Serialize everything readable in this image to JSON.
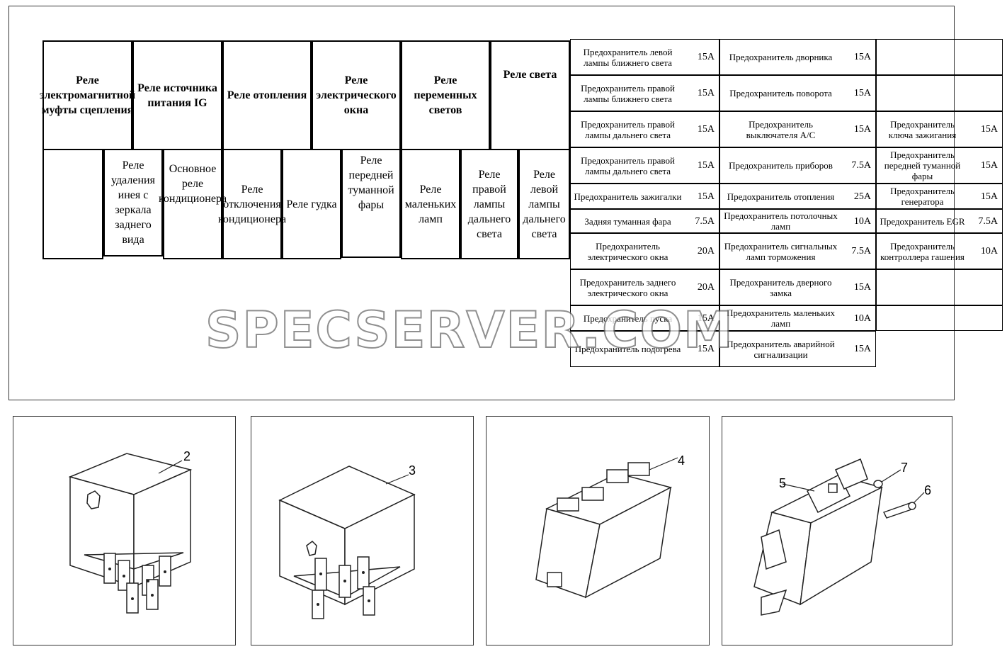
{
  "relays_top": [
    "Реле электромагнитной муфты сцепления",
    "Реле источника питания IG",
    "Реле отопления",
    "Реле электрического окна",
    "Реле переменных светов",
    "Реле света"
  ],
  "relays_bottom": [
    "",
    "Реле удаления инея с зеркала заднего вида",
    "Основное реле кондиционера",
    "Реле отключения кондиционера",
    "Реле гудка",
    "Реле передней туманной фары",
    "Реле маленьких ламп",
    "Реле правой лампы дальнего света",
    "Реле левой лампы дальнего света"
  ],
  "fuses": [
    [
      {
        "name": "Предохранитель левой лампы ближнего света",
        "amp": "15A"
      },
      {
        "name": "Предохранитель дворника",
        "amp": "15A"
      },
      {
        "name": "",
        "amp": ""
      }
    ],
    [
      {
        "name": "Предохранитель правой лампы ближнего света",
        "amp": "15A"
      },
      {
        "name": "Предохранитель поворота",
        "amp": "15A"
      },
      {
        "name": "",
        "amp": ""
      }
    ],
    [
      {
        "name": "Предохранитель правой лампы дальнего света",
        "amp": "15A"
      },
      {
        "name": "Предохранитель выключателя A/C",
        "amp": "15A"
      },
      {
        "name": "Предохранитель ключа зажигания",
        "amp": "15A"
      }
    ],
    [
      {
        "name": "Предохранитель правой лампы дальнего света",
        "amp": "15A"
      },
      {
        "name": "Предохранитель приборов",
        "amp": "7.5A"
      },
      {
        "name": "Предохранитель передней туманной фары",
        "amp": "15A"
      }
    ],
    [
      {
        "name": "Предохранитель зажигалки",
        "amp": "15A"
      },
      {
        "name": "Предохранитель отопления",
        "amp": "25A"
      },
      {
        "name": "Предохранитель генератора",
        "amp": "15A"
      }
    ],
    [
      {
        "name": "Задняя туманная фара",
        "amp": "7.5A"
      },
      {
        "name": "Предохранитель потолочных ламп",
        "amp": "10A"
      },
      {
        "name": "Предохранитель EGR",
        "amp": "7.5A"
      }
    ],
    [
      {
        "name": "Предохранитель электрического окна",
        "amp": "20A"
      },
      {
        "name": "Предохранитель сигнальных ламп торможения",
        "amp": "7.5A"
      },
      {
        "name": "Предохранитель контроллера гашения",
        "amp": "10A"
      }
    ],
    [
      {
        "name": "Предохранитель заднего электрического окна",
        "amp": "20A"
      },
      {
        "name": "Предохранитель дверного замка",
        "amp": "15A"
      },
      {
        "name": "",
        "amp": ""
      }
    ],
    [
      {
        "name": "Предохранитель пуска",
        "amp": "15A"
      },
      {
        "name": "Предохранитель маленьких ламп",
        "amp": "10A"
      },
      {
        "name": "",
        "amp": ""
      }
    ],
    [
      {
        "name": "Предохранитель подогрева",
        "amp": "15A"
      },
      {
        "name": "Предохранитель аварийной сигнализации",
        "amp": "15A"
      }
    ]
  ],
  "callouts": [
    "2",
    "3",
    "4",
    "5",
    "6",
    "7"
  ],
  "watermark": "SPECSERVER.COM"
}
